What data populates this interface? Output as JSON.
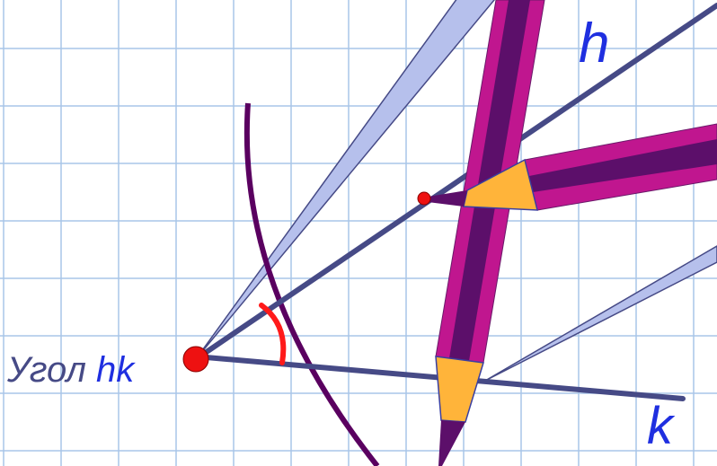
{
  "figure": {
    "background_color": "#ffffff",
    "grid_color": "#a9c5e8",
    "ray_color": "#464a86",
    "arc_color": "#5a0060",
    "mark_color": "#ff1a1a",
    "point_color": "#ee1111",
    "compass_fill": "#b6c0ec",
    "pencil_body": "#c0168f",
    "pencil_stripe": "#5c0f6a",
    "pencil_tip": "#ffb43a",
    "label_color": "#1f2fe0"
  },
  "labels": {
    "ray_h": "h",
    "ray_k": "k",
    "angle_prefix": "Угол ",
    "angle_name": "hk"
  }
}
